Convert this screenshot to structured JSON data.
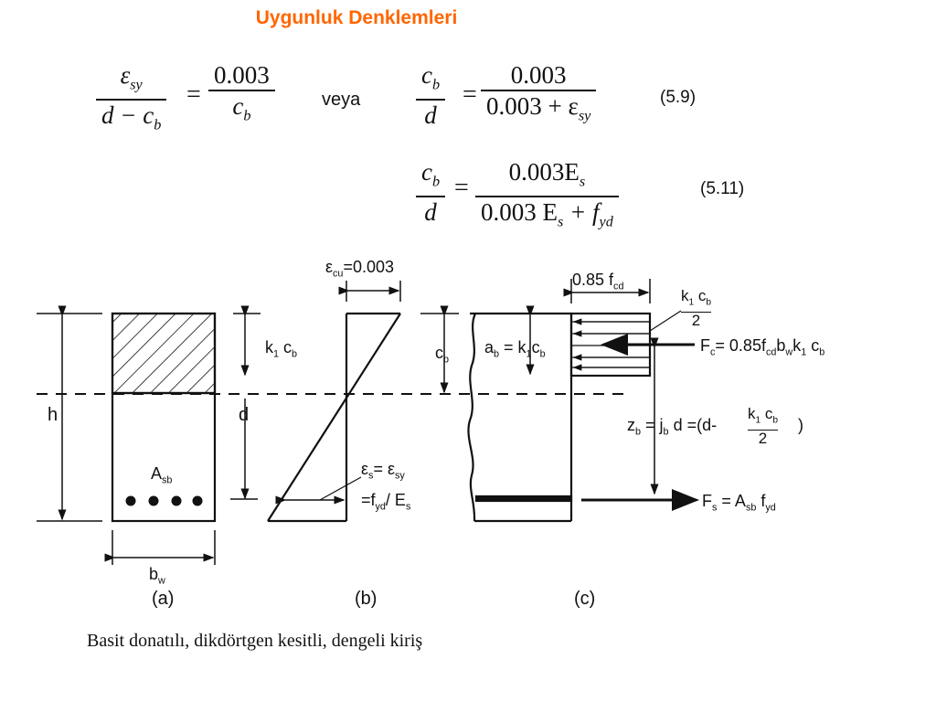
{
  "title": "Uygunluk Denklemleri",
  "equations": {
    "eq1_left": {
      "num": "ε",
      "num_sub": "sy",
      "den": "d − c",
      "den_sub": "b"
    },
    "eq1_right": {
      "num": "0.003",
      "den": "c",
      "den_sub": "b"
    },
    "connector": "veya",
    "eq2_left": {
      "num": "c",
      "num_sub": "b",
      "den": "d"
    },
    "eq2_right": {
      "num": "0.003",
      "den": "0.003 + ε",
      "den_sub": "sy"
    },
    "eq2_number": "(5.9)",
    "eq3_left": {
      "num": "c",
      "num_sub": "b",
      "den": "d"
    },
    "eq3_right": {
      "num": "0.003E",
      "num_sub": "s",
      "den": "0.003 E",
      "den_sub1": "s",
      "den_mid": " + f",
      "den_sub2": "yd"
    },
    "eq3_number": "(5.11)"
  },
  "figure": {
    "ecu_label": "ε",
    "ecu_sub": "cu",
    "ecu_value": "=0.003",
    "stress_label": "0.85 f",
    "stress_sub": "cd",
    "k1cb_top": "k",
    "h_label": "h",
    "d_label": "d",
    "asb_label": "A",
    "asb_sub": "sb",
    "bw_label": "b",
    "bw_sub": "w",
    "cb_label": "c",
    "cb_sub": "b",
    "es_line1": "= ε",
    "es_line2": "=f",
    "es_line2_sub": "yd",
    "es_line2_tail": "/ E",
    "es_line2_tail_sub": "s",
    "ab_label": "a",
    "ab_sub": "b",
    "ab_eq": " = k",
    "fc_label": "F",
    "fc_sub": "c",
    "fc_eq": "= 0.85f",
    "fc_eq_sub": "cd",
    "fc_eq_tail": "b",
    "zb_label": "z",
    "zb_sub": "b",
    "zb_eq": "= j",
    "zb_eq_sub": "b",
    "zb_eq_tail": " d =(d-",
    "fs_label": "F",
    "fs_sub": "s",
    "fs_eq": " = A",
    "fs_eq_sub": "sb",
    "fs_eq_tail": " f",
    "fs_eq_tail_sub": "yd",
    "panel_a": "(a)",
    "panel_b": "(b)",
    "panel_c": "(c)"
  },
  "caption": "Basit donatılı, dikdörtgen kesitli, dengeli kiriş"
}
